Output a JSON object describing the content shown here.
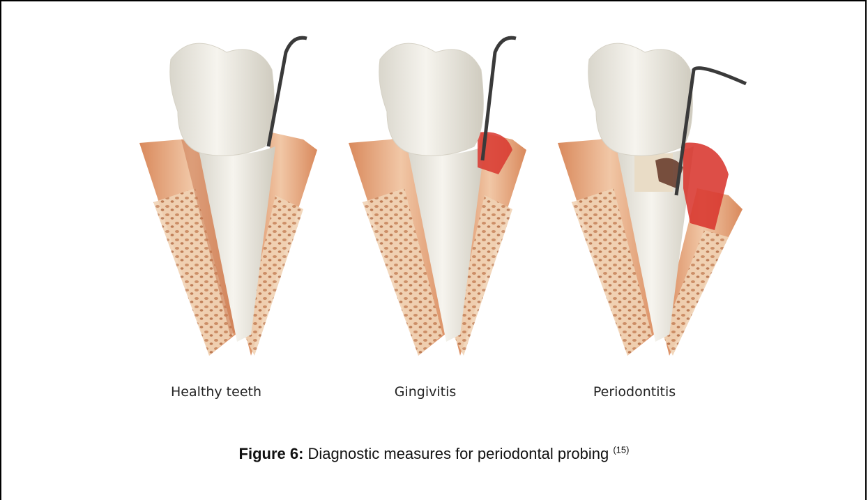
{
  "panels": [
    {
      "label": "Healthy teeth"
    },
    {
      "label": "Gingivitis"
    },
    {
      "label": "Periodontitis"
    }
  ],
  "caption": {
    "figure_label": "Figure 6:",
    "text": " Diagnostic measures for periodontal probing ",
    "reference": "(15)"
  },
  "colors": {
    "bone": "#e8b48e",
    "bone_dark": "#d08c64",
    "tooth": "#efece3",
    "gum_inflamed": "#d8362e",
    "probe": "#3a3a3a",
    "frame": "#000000"
  }
}
